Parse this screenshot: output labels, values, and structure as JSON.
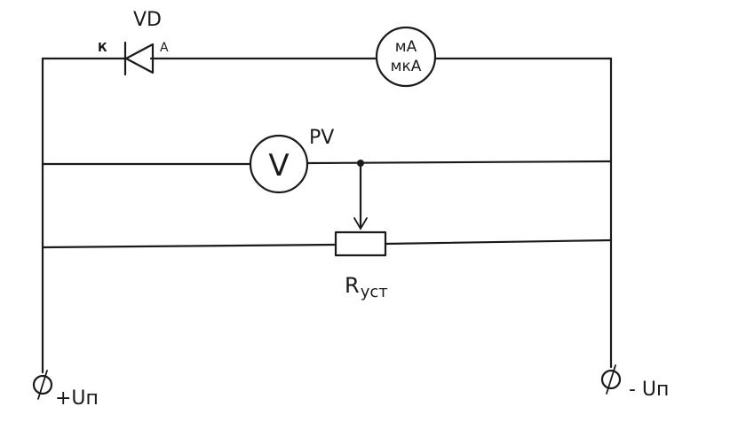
{
  "diagram": {
    "diode": {
      "designator": "VD",
      "cathode": "К",
      "anode": "А"
    },
    "ammeter": {
      "line1": "мА",
      "line2": "мкА"
    },
    "voltmeter": {
      "symbol": "V",
      "designator": "PV"
    },
    "resistor": {
      "designator": "R",
      "subscript": "уст"
    },
    "terminal_positive": {
      "label": "+Uп"
    },
    "terminal_negative": {
      "label": "- Uп"
    }
  }
}
